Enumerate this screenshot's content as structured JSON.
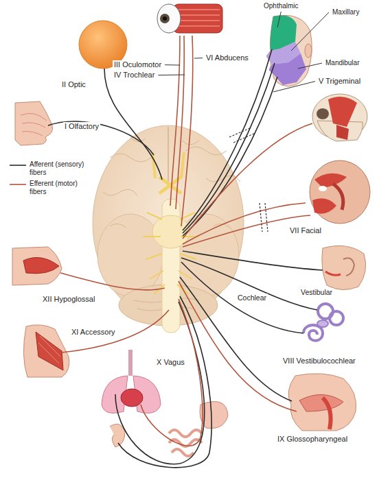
{
  "diagram": {
    "labels": [
      "Ophthalmic",
      "Maxillary",
      "Mandibular",
      "V Trigeminal",
      "VI Abducens",
      "III Oculomotor",
      "IV Trochlear",
      "II Optic",
      "I Olfactory",
      "VII Facial",
      "Vestibular",
      "Cochlear",
      "VIII Vestibulocochlear",
      "XII Hypoglossal",
      "XI Accessory",
      "X Vagus",
      "IX Glossopharyngeal"
    ],
    "legend": [
      {
        "text": "Afferent (sensory) fibers"
      },
      {
        "text": "Efferent (motor) fibers"
      }
    ]
  }
}
